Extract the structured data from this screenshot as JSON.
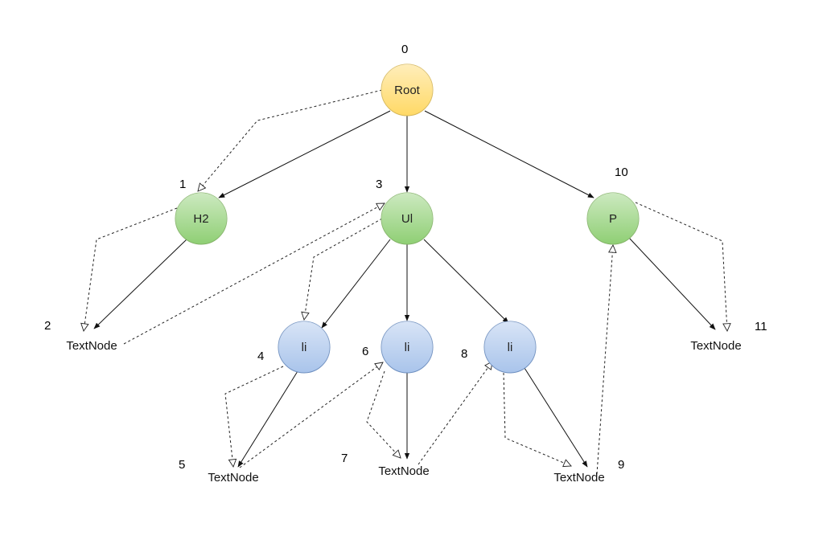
{
  "colors": {
    "root_fill": "#ffd966",
    "root_stroke": "#d6b656",
    "element_fill": "#8fcf74",
    "element_stroke": "#82b366",
    "li_fill": "#a9c4eb",
    "li_stroke": "#6c8ebf",
    "edge": "#111111"
  },
  "nodes": [
    {
      "id": "root",
      "kind": "root",
      "label": "Root",
      "number": "0"
    },
    {
      "id": "h2",
      "kind": "element",
      "label": "H2",
      "number": "1"
    },
    {
      "id": "text2",
      "kind": "text",
      "label": "TextNode",
      "number": "2"
    },
    {
      "id": "ul",
      "kind": "element",
      "label": "Ul",
      "number": "3"
    },
    {
      "id": "li4",
      "kind": "li",
      "label": "li",
      "number": "4"
    },
    {
      "id": "text5",
      "kind": "text",
      "label": "TextNode",
      "number": "5"
    },
    {
      "id": "li6",
      "kind": "li",
      "label": "li",
      "number": "6"
    },
    {
      "id": "text7",
      "kind": "text",
      "label": "TextNode",
      "number": "7"
    },
    {
      "id": "li8",
      "kind": "li",
      "label": "li",
      "number": "8"
    },
    {
      "id": "text9",
      "kind": "text",
      "label": "TextNode",
      "number": "9"
    },
    {
      "id": "p",
      "kind": "element",
      "label": "P",
      "number": "10"
    },
    {
      "id": "text11",
      "kind": "text",
      "label": "TextNode",
      "number": "11"
    }
  ],
  "edges": [
    {
      "from": "root",
      "to": "h2",
      "style": "solid"
    },
    {
      "from": "root",
      "to": "ul",
      "style": "solid"
    },
    {
      "from": "root",
      "to": "p",
      "style": "solid"
    },
    {
      "from": "h2",
      "to": "text2",
      "style": "solid"
    },
    {
      "from": "ul",
      "to": "li4",
      "style": "solid"
    },
    {
      "from": "ul",
      "to": "li6",
      "style": "solid"
    },
    {
      "from": "ul",
      "to": "li8",
      "style": "solid"
    },
    {
      "from": "li4",
      "to": "text5",
      "style": "solid"
    },
    {
      "from": "li6",
      "to": "text7",
      "style": "solid"
    },
    {
      "from": "li8",
      "to": "text9",
      "style": "solid"
    },
    {
      "from": "p",
      "to": "text11",
      "style": "solid"
    },
    {
      "from": "root",
      "to": "h2",
      "style": "dashed"
    },
    {
      "from": "h2",
      "to": "text2",
      "style": "dashed"
    },
    {
      "from": "text2",
      "to": "ul",
      "style": "dashed"
    },
    {
      "from": "ul",
      "to": "li4",
      "style": "dashed"
    },
    {
      "from": "li4",
      "to": "text5",
      "style": "dashed"
    },
    {
      "from": "text5",
      "to": "li6",
      "style": "dashed"
    },
    {
      "from": "li6",
      "to": "text7",
      "style": "dashed"
    },
    {
      "from": "text7",
      "to": "li8",
      "style": "dashed"
    },
    {
      "from": "li8",
      "to": "text9",
      "style": "dashed"
    },
    {
      "from": "text9",
      "to": "p",
      "style": "dashed"
    },
    {
      "from": "p",
      "to": "text11",
      "style": "dashed"
    }
  ]
}
